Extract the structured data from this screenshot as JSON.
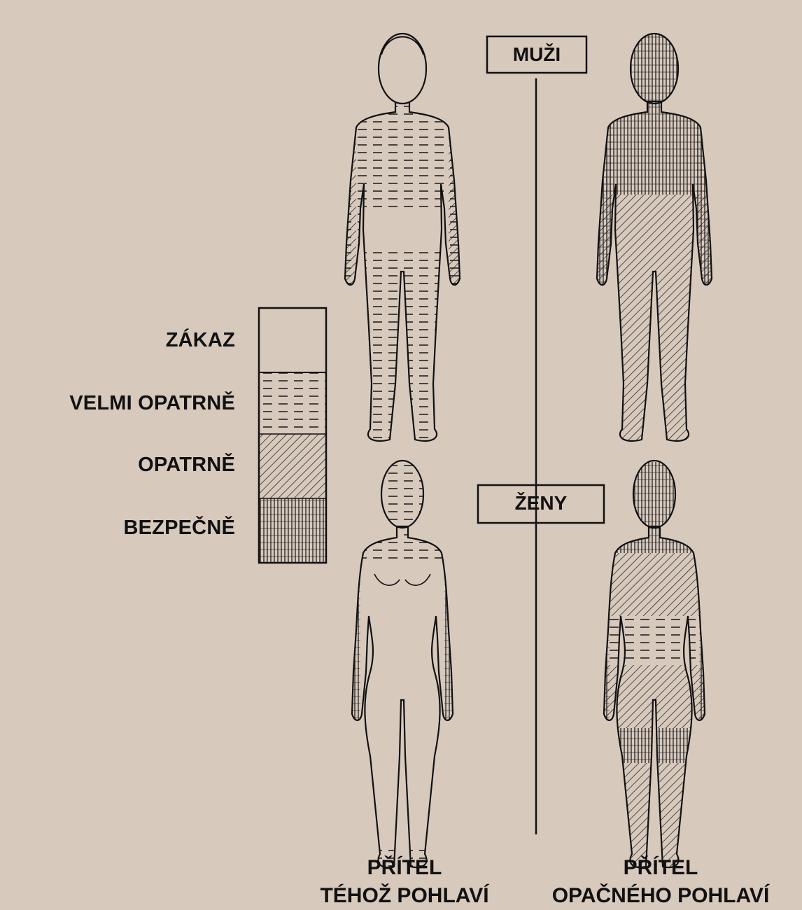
{
  "legend": {
    "items": [
      {
        "key": "none",
        "label": "ZÁKAZ"
      },
      {
        "key": "dash",
        "label": "VELMI OPATRNĚ"
      },
      {
        "key": "diag",
        "label": "OPATRNĚ"
      },
      {
        "key": "vert",
        "label": "BEZPEČNĚ"
      }
    ]
  },
  "sections": {
    "men": "MUŽI",
    "women": "ŽENY"
  },
  "columns": {
    "same_sex": {
      "line1": "PŘÍTEL",
      "line2": "TÉHOŽ POHLAVÍ"
    },
    "opposite_sex": {
      "line1": "PŘÍTEL",
      "line2": "OPAČNÉHO POHLAVÍ"
    }
  },
  "colors": {
    "paper": "#d8c9bd",
    "ink": "#111111"
  }
}
